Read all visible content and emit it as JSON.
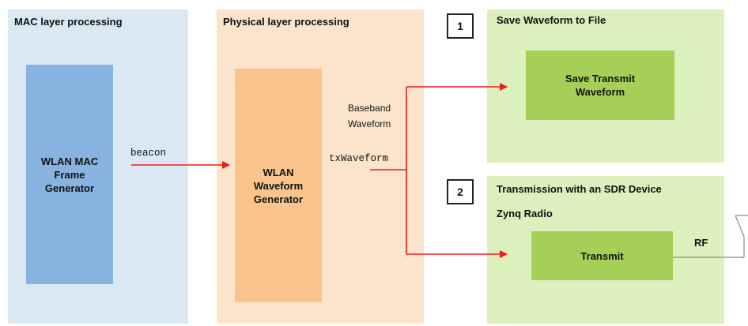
{
  "colors": {
    "mac_panel": "#d9e8f2",
    "phy_panel": "#fce4cc",
    "green_panel": "#dcf0bd",
    "mac_block": "#88b2df",
    "phy_block": "#f9c58c",
    "green_block": "#a6cf58",
    "arrow": "#ee1c1c"
  },
  "mac_panel": {
    "title": "MAC layer processing",
    "block_label": "WLAN MAC\nFrame\nGenerator"
  },
  "phy_panel": {
    "title": "Physical layer processing",
    "block_label": "WLAN\nWaveform\nGenerator"
  },
  "save_panel": {
    "number": "1",
    "title": "Save Waveform to File",
    "block_label": "Save Transmit\nWaveform"
  },
  "sdr_panel": {
    "number": "2",
    "title": "Transmission with an SDR Device",
    "subtitle": "Zynq Radio",
    "block_label": "Transmit"
  },
  "signals": {
    "beacon": "beacon",
    "baseband_label": "Baseband\nWaveform",
    "tx_waveform": "txWaveform",
    "rf": "RF"
  },
  "icons": [
    "antenna-icon"
  ]
}
